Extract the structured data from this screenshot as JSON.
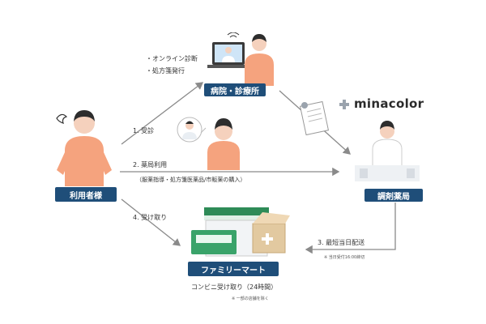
{
  "nodes": {
    "user": "利用者様",
    "hospital": "病院・診療所",
    "pharmacy": "調剤薬局",
    "store": "ファミリーマート"
  },
  "brand": "minacolor",
  "hospital_notes": [
    "・オンライン診断",
    "・処方箋発行"
  ],
  "flows": {
    "visit": "1. 受診",
    "pharmacy_use": "2. 薬局利用",
    "pharmacy_use_note": "（服薬指導・処方箋医薬品/市販薬の購入）",
    "pickup": "4. 受け取り",
    "delivery": "3. 最短当日配送",
    "delivery_note": "※ 当日受付16:00締切"
  },
  "store_notes": {
    "caption": "コンビニ受け取り（24時間）",
    "exception": "※ 一部の店舗を除く"
  },
  "colors": {
    "label_bg": "#1f4e79",
    "person_orange": "#f5a37e",
    "arrow": "#8a8a8a",
    "store_green": "#2e8b57"
  }
}
